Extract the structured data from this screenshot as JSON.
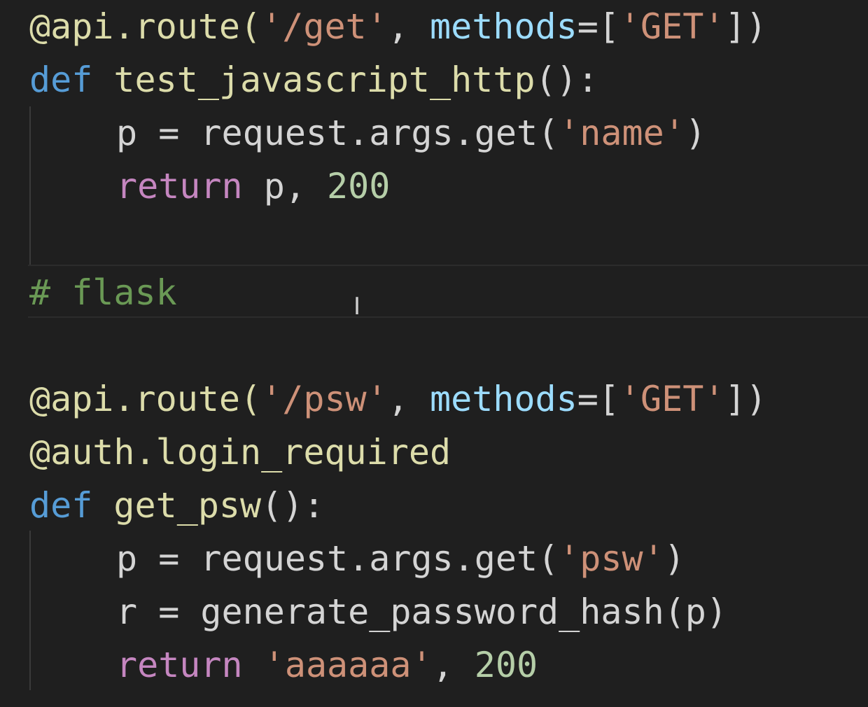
{
  "code_lines": [
    {
      "tokens": [
        {
          "text": "@api.route(",
          "kind": "deco"
        },
        {
          "text": "'/get'",
          "kind": "str"
        },
        {
          "text": ", ",
          "kind": "plain"
        },
        {
          "text": "methods",
          "kind": "param"
        },
        {
          "text": "=[",
          "kind": "plain"
        },
        {
          "text": "'GET'",
          "kind": "str"
        },
        {
          "text": "])",
          "kind": "plain"
        }
      ]
    },
    {
      "tokens": [
        {
          "text": "def",
          "kind": "kw"
        },
        {
          "text": " ",
          "kind": "plain"
        },
        {
          "text": "test_javascript_http",
          "kind": "fn"
        },
        {
          "text": "():",
          "kind": "plain"
        }
      ]
    },
    {
      "tokens": [
        {
          "text": "p = request.args.get(",
          "kind": "plain"
        },
        {
          "text": "'name'",
          "kind": "str"
        },
        {
          "text": ")",
          "kind": "plain"
        }
      ]
    },
    {
      "tokens": [
        {
          "text": "return",
          "kind": "ctrl"
        },
        {
          "text": " p, ",
          "kind": "plain"
        },
        {
          "text": "200",
          "kind": "num"
        }
      ]
    },
    {
      "tokens": []
    },
    {
      "tokens": [
        {
          "text": "# flask",
          "kind": "com"
        }
      ]
    },
    {
      "tokens": []
    },
    {
      "tokens": [
        {
          "text": "@api.route(",
          "kind": "deco"
        },
        {
          "text": "'/psw'",
          "kind": "str"
        },
        {
          "text": ", ",
          "kind": "plain"
        },
        {
          "text": "methods",
          "kind": "param"
        },
        {
          "text": "=[",
          "kind": "plain"
        },
        {
          "text": "'GET'",
          "kind": "str"
        },
        {
          "text": "])",
          "kind": "plain"
        }
      ]
    },
    {
      "tokens": [
        {
          "text": "@auth.login_required",
          "kind": "deco"
        }
      ]
    },
    {
      "tokens": [
        {
          "text": "def",
          "kind": "kw"
        },
        {
          "text": " ",
          "kind": "plain"
        },
        {
          "text": "get_psw",
          "kind": "fn"
        },
        {
          "text": "():",
          "kind": "plain"
        }
      ]
    },
    {
      "tokens": [
        {
          "text": "p = request.args.get(",
          "kind": "plain"
        },
        {
          "text": "'psw'",
          "kind": "str"
        },
        {
          "text": ")",
          "kind": "plain"
        }
      ]
    },
    {
      "tokens": [
        {
          "text": "r = generate_password_hash(p)",
          "kind": "plain"
        }
      ]
    },
    {
      "tokens": [
        {
          "text": "return",
          "kind": "ctrl"
        },
        {
          "text": " ",
          "kind": "plain"
        },
        {
          "text": "'aaaaaa'",
          "kind": "str"
        },
        {
          "text": ", ",
          "kind": "plain"
        },
        {
          "text": "200",
          "kind": "num"
        }
      ]
    }
  ],
  "theme": {
    "background": "#1f1f1f",
    "decorator": "#dcdcaa",
    "string": "#ce9178",
    "parameter": "#9cdcfe",
    "keyword": "#569cd6",
    "control": "#c586c0",
    "number": "#b5cea8",
    "comment": "#6a9955"
  },
  "cursor": {
    "icon": "text-cursor-ibeam-icon",
    "glyph": "I"
  }
}
